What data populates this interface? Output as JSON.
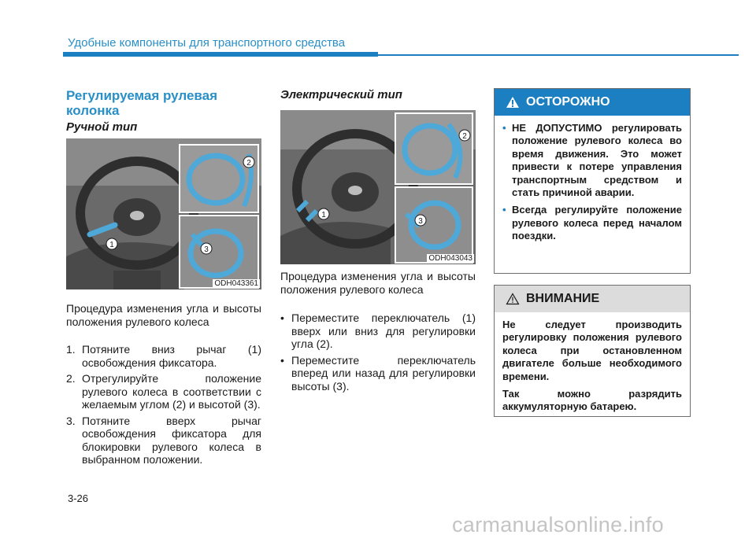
{
  "header": {
    "title": "Удобные компоненты для транспортного средства"
  },
  "section": {
    "title": "Регулируемая рулевая колонка",
    "manual": {
      "subtitle": "Ручной тип",
      "image_code": "ODH043361",
      "callouts": [
        "1",
        "2",
        "3"
      ],
      "intro": "Процедура изменения угла и высоты положения рулевого колеса",
      "steps": [
        {
          "num": "1.",
          "text": "Потяните вниз рычаг (1) освобождения фиксатора."
        },
        {
          "num": "2.",
          "text": "Отрегулируйте положение рулевого колеса в соответствии с желаемым углом (2) и высотой (3)."
        },
        {
          "num": "3.",
          "text": "Потяните вверх рычаг освобождения фиксатора для блокировки рулевого колеса в выбранном положении."
        }
      ]
    },
    "electric": {
      "subtitle": "Электрический тип",
      "image_code": "ODH043043",
      "callouts": [
        "1",
        "2",
        "3"
      ],
      "intro": "Процедура изменения угла и высоты положения рулевого колеса",
      "bullets": [
        {
          "mark": "•",
          "text": "Переместите переключатель (1) вверх или вниз для регулировки угла (2)."
        },
        {
          "mark": "•",
          "text": "Переместите переключатель вперед или назад для регулировки высоты (3)."
        }
      ]
    }
  },
  "warning": {
    "title": "ОСТОРОЖНО",
    "items": [
      {
        "mark": "•",
        "text": "НЕ ДОПУСТИМО регулировать положение рулевого колеса во время движения. Это может привести к потере управления транспортным средством и стать причиной аварии."
      },
      {
        "mark": "•",
        "text": "Всегда регулируйте положение рулевого колеса перед началом поездки."
      }
    ]
  },
  "notice": {
    "title": "ВНИМАНИЕ",
    "paragraphs": [
      "Не следует производить регулировку положения рулевого колеса при остановленном двигателе больше необходимого времени.",
      "Так можно разрядить аккумуляторную батарею."
    ]
  },
  "footer": {
    "page_number": "3-26",
    "watermark": "carmanualsonline.info"
  },
  "colors": {
    "accent": "#1b7fc1",
    "heading": "#2a8fc6",
    "notice_bg": "#dcdcdc"
  }
}
